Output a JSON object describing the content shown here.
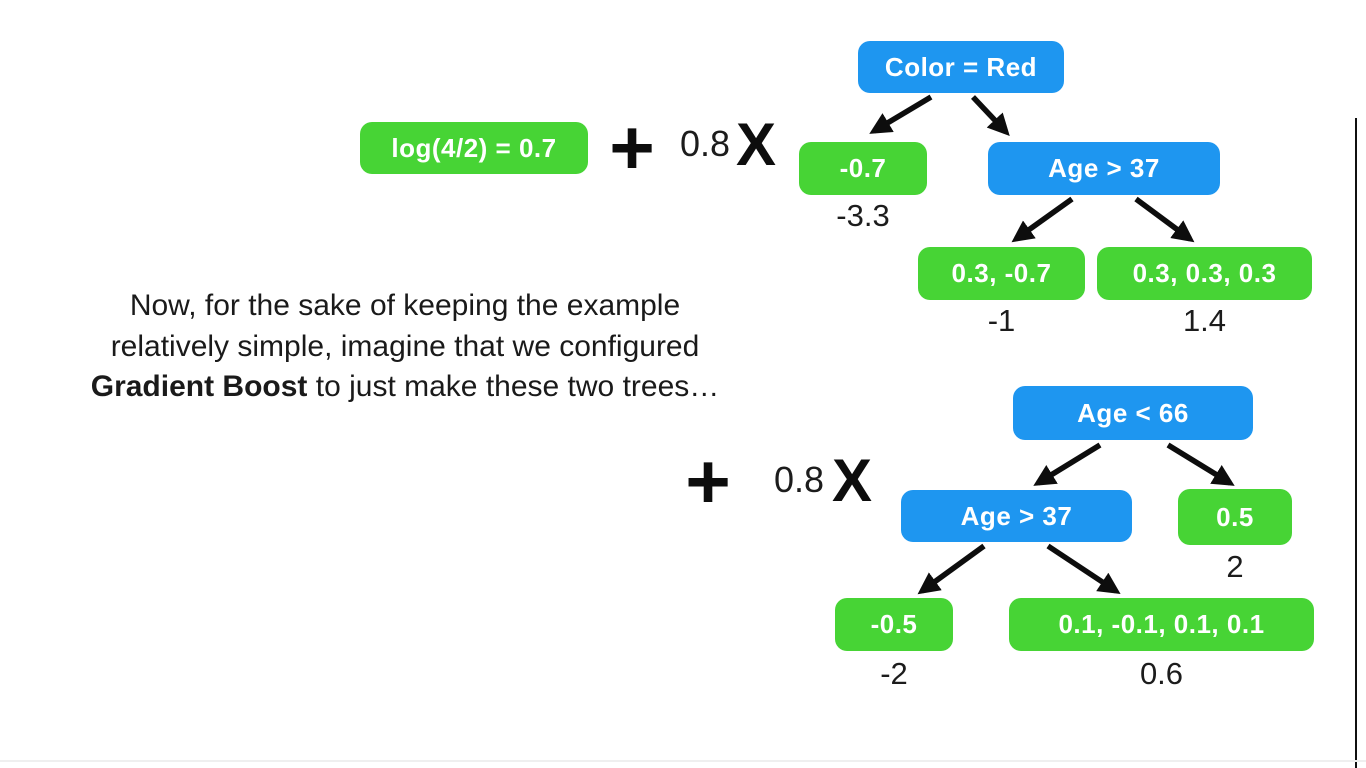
{
  "caption": {
    "line1": "Now, for the sake of keeping the example",
    "line2": "relatively simple, imagine that we configured",
    "line3_bold": "Gradient Boost",
    "line3_rest": " to just make these two trees…"
  },
  "equation": {
    "initial_prediction": "log(4/2) = 0.7",
    "plus_1": "+",
    "learning_rate_1": "0.8",
    "multiply_1": "X",
    "plus_2": "+",
    "learning_rate_2": "0.8",
    "multiply_2": "X"
  },
  "tree1": {
    "root_label": "Color = Red",
    "left_leaf_label": "-0.7",
    "left_leaf_output": "-3.3",
    "right_node_label": "Age > 37",
    "right_left_leaf_label": "0.3, -0.7",
    "right_left_leaf_output": "-1",
    "right_right_leaf_label": "0.3, 0.3, 0.3",
    "right_right_leaf_output": "1.4"
  },
  "tree2": {
    "root_label": "Age < 66",
    "left_node_label": "Age > 37",
    "right_leaf_label": "0.5",
    "right_leaf_output": "2",
    "left_left_leaf_label": "-0.5",
    "left_left_leaf_output": "-2",
    "left_right_leaf_label": "0.1, -0.1, 0.1, 0.1",
    "left_right_leaf_output": "0.6"
  },
  "colors": {
    "decision_node_blue": "#1e96f0",
    "leaf_node_green": "#47d435",
    "node_text": "#ffffff",
    "body_text": "#1a1a1a"
  }
}
